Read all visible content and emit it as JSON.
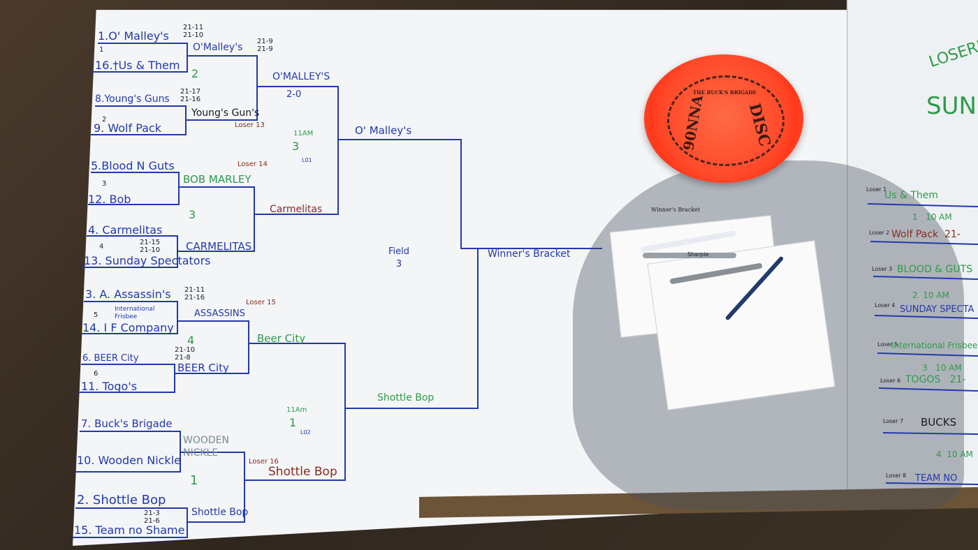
{
  "main_bracket": {
    "seeds": [
      {
        "label": "1.O' Malley's",
        "score": "21-11\n21-10"
      },
      {
        "label": "16.†Us & Them",
        "note": "1"
      },
      {
        "label": "8.Young's Guns",
        "score": "21-17\n21-16"
      },
      {
        "label": "9. Wolf Pack",
        "note": "2"
      },
      {
        "label": "5.Blood N Guts"
      },
      {
        "label": "12. Bob",
        "note": "3"
      },
      {
        "label": "4. Carmelitas"
      },
      {
        "label": "13. Sunday Spectators",
        "score": "21-15\n21-10",
        "note": "4"
      },
      {
        "label": "3. A. Assassin's",
        "score": "21-11\n21-16"
      },
      {
        "label": "14. I F Company",
        "note": "5",
        "aside": "International\nFrisbee"
      },
      {
        "label": "6. BEER City",
        "score": "21-10\n21-8"
      },
      {
        "label": "11. Togo's",
        "note": "6"
      },
      {
        "label": "7. Buck's Brigade"
      },
      {
        "label": "10. Wooden Nickle"
      },
      {
        "label": "2. Shottle Bop"
      },
      {
        "label": "15. Team no Shame",
        "score": "21-3\n21-6"
      }
    ],
    "round2": [
      {
        "label": "O'Malley's",
        "score": "21-9\n21-9",
        "field": "2"
      },
      {
        "label": "Young's Gun's",
        "loser": "Loser 13"
      },
      {
        "label": "BOB MARLEY",
        "loser": "Loser 14",
        "field": "3"
      },
      {
        "label": "CARMELITAS"
      },
      {
        "label": "ASSASSINS",
        "loser": "Loser 15",
        "field": "4"
      },
      {
        "label": "BEER City"
      },
      {
        "label": "WOODEN\nNICKLE",
        "field": "1"
      },
      {
        "label": "Shottle Bop",
        "loser": "Loser 16"
      }
    ],
    "round3": [
      {
        "label": "O'MALLEY'S",
        "sub": "2-0"
      },
      {
        "label": "Carmelitas"
      },
      {
        "label": "Beer City"
      },
      {
        "label": "Shottle Bop"
      }
    ],
    "semis_top": {
      "time": "11AM",
      "field": "3",
      "tag": "L01"
    },
    "semis_bottom": {
      "time": "11Am",
      "field": "1",
      "tag": "L02"
    },
    "finals_top": "O' Malley's",
    "finals_bottom": "Shottle Bop",
    "center_field": "Field\n3",
    "winner_label": "Winner's Bracket"
  },
  "losers_board": {
    "title": "LOSER'S B",
    "subtitle": "SUN",
    "rows": [
      {
        "tag": "Loser 1",
        "text": "Us & Them"
      },
      {
        "tag": "",
        "text": "1   10 AM"
      },
      {
        "tag": "Loser 2",
        "text": "Wolf Pack  21-"
      },
      {
        "tag": "Loser 3",
        "text": "BLOOD & GUTS"
      },
      {
        "tag": "",
        "text": "2  10 AM"
      },
      {
        "tag": "Loser 4",
        "text": "SUNDAY SPECTA"
      },
      {
        "tag": "Loser 5",
        "text": "International Frisbee"
      },
      {
        "tag": "",
        "text": "3   10 AM"
      },
      {
        "tag": "Loser 6",
        "text": "TOGOS   21-"
      },
      {
        "tag": "Loser 7",
        "text": "BUCKS"
      },
      {
        "tag": "",
        "text": "4  10 AM"
      },
      {
        "tag": "Loser 8",
        "text": "TEAM NO"
      }
    ]
  },
  "frisbee": {
    "ring_text": "THE BUCK'S BRIGADE",
    "scribble_left": "90NNA",
    "scribble_right": "DISC",
    "color": "#ff4a2a"
  },
  "papers": {
    "heading": "Winner's Bracket",
    "pen_brand": "Sharpie"
  },
  "colors": {
    "blue": "#2339a8",
    "green": "#2e9a4a",
    "red": "#8a2a1e",
    "board": "#f3f5f7"
  }
}
